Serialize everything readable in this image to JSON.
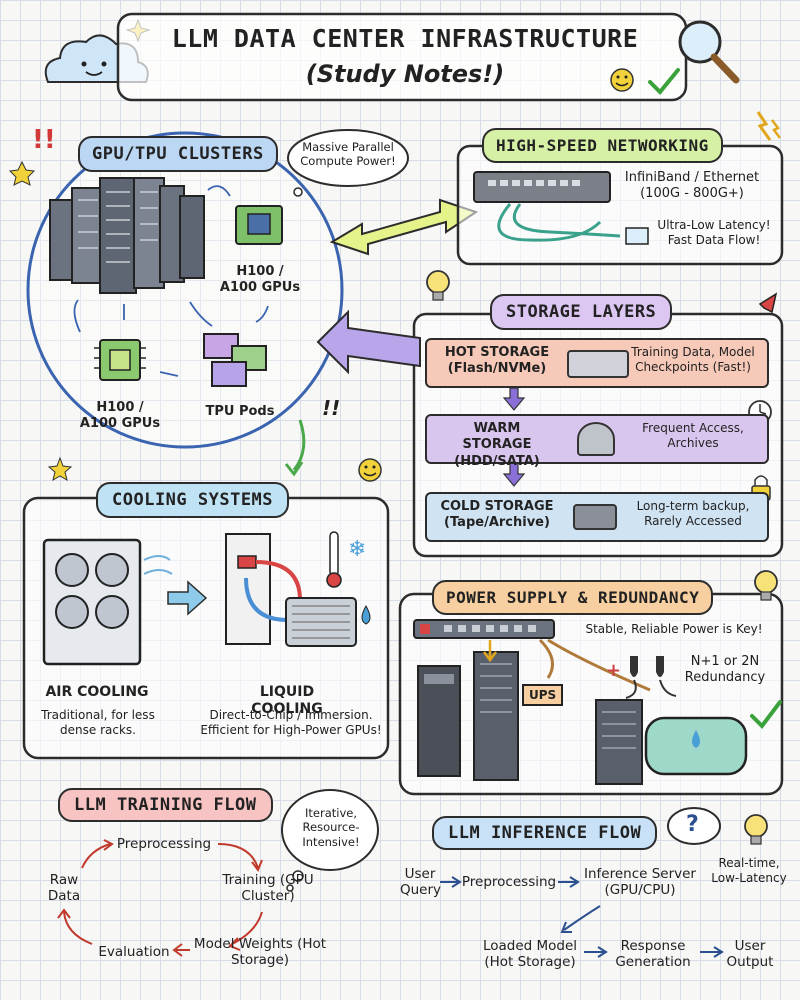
{
  "header": {
    "title": "LLM DATA CENTER INFRASTRUCTURE",
    "subtitle": "(Study Notes!)"
  },
  "gpu": {
    "title": "GPU/TPU CLUSTERS",
    "bubble": "Massive Parallel Compute Power!",
    "gpu_label_1": "H100 / A100 GPUs",
    "gpu_label_2": "H100 / A100 GPUs",
    "tpu_label": "TPU Pods",
    "exclaim": "!!"
  },
  "network": {
    "title": "HIGH-SPEED NETWORKING",
    "spec": "InfiniBand / Ethernet (100G - 800G+)",
    "note": "Ultra-Low Latency! Fast Data Flow!"
  },
  "storage": {
    "title": "STORAGE LAYERS",
    "tiers": [
      {
        "name": "HOT STORAGE (Flash/NVMe)",
        "desc": "Training Data, Model Checkpoints (Fast!)",
        "color": "#f6c9b8"
      },
      {
        "name": "WARM STORAGE (HDD/SATA)",
        "desc": "Frequent Access, Archives",
        "color": "#d9c6ee"
      },
      {
        "name": "COLD STORAGE (Tape/Archive)",
        "desc": "Long-term backup, Rarely Accessed",
        "color": "#cfe3f3"
      }
    ]
  },
  "cooling": {
    "title": "COOLING SYSTEMS",
    "air_title": "AIR COOLING",
    "air_desc": "Traditional, for less dense racks.",
    "liquid_title": "LIQUID COOLING",
    "liquid_desc": "Direct-to-Chip / Immersion. Efficient for High-Power GPUs!"
  },
  "power": {
    "title": "POWER SUPPLY & REDUNDANCY",
    "note": "Stable, Reliable Power is Key!",
    "ups": "UPS",
    "redundancy": "N+1 or 2N Redundancy"
  },
  "training": {
    "title": "LLM TRAINING FLOW",
    "bubble": "Iterative, Resource-Intensive!",
    "raw": "Raw Data",
    "pre": "Preprocessing",
    "train": "Training (GPU Cluster)",
    "weights": "Model Weights (Hot Storage)",
    "eval": "Evaluation"
  },
  "inference": {
    "title": "LLM INFERENCE FLOW",
    "q": "?",
    "note": "Real-time, Low-Latency",
    "user_query": "User Query",
    "pre": "Preprocessing",
    "server": "Inference Server (GPU/CPU)",
    "loaded": "Loaded Model (Hot Storage)",
    "response": "Response Generation",
    "output": "User Output"
  },
  "colors": {
    "gpu_title": "#bcd7f3",
    "net_title": "#d6f0a6",
    "storage_title": "#dcc6f2",
    "cooling_title": "#bfe3f5",
    "power_title": "#f7cfa0",
    "training_title": "#f8c3c3",
    "inference_title": "#c8e1f7",
    "yellow": "#f2d23a",
    "purple_arrow": "#b8a5ea",
    "green_arrow": "#e6f28a"
  }
}
